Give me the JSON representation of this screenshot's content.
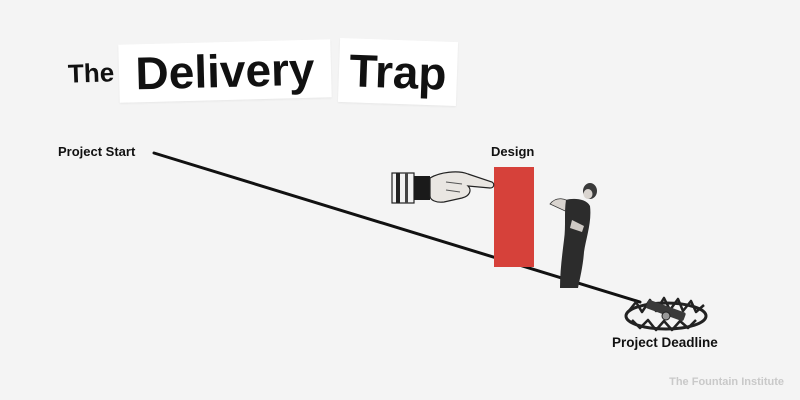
{
  "title": {
    "word1": "The",
    "word2": "Delivery",
    "word3": "Trap"
  },
  "labels": {
    "start": "Project Start",
    "design": "Design",
    "deadline": "Project Deadline"
  },
  "footer": "The Fountain Institute",
  "colors": {
    "background": "#f4f4f4",
    "design_bar": "#d6413a",
    "line": "#111111"
  },
  "icons": [
    "pointing-hand-icon",
    "woman-figure-icon",
    "bear-trap-icon"
  ]
}
